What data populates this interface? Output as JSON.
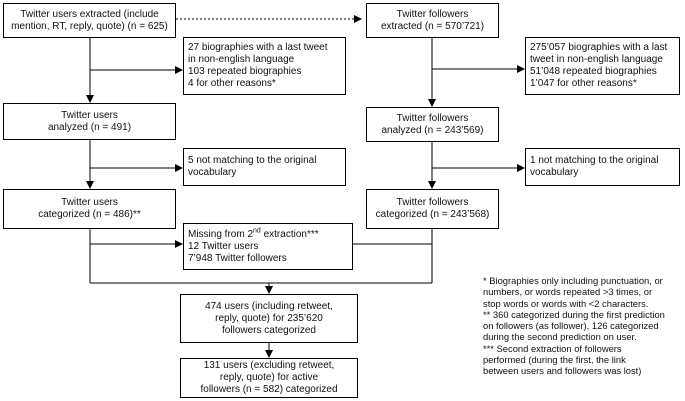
{
  "boxes": {
    "users_extracted": [
      "Twitter users extracted (include",
      "mention, RT, reply, quote) (n = 625)"
    ],
    "followers_extracted": [
      "Twitter followers",
      "extracted (n = 570’721)"
    ],
    "users_excluded": [
      "27 biographies with a last tweet",
      "in non-english language",
      "103 repeated biographies",
      "4 for other reasons*"
    ],
    "followers_excluded": [
      "275’057 biographies with a last",
      "tweet in non-english language",
      "51’048 repeated biographies",
      "1’047 for other reasons*"
    ],
    "users_analyzed": [
      "Twitter users",
      "analyzed (n = 491)"
    ],
    "followers_analyzed": [
      "Twitter followers",
      "analyzed (n = 243’569)"
    ],
    "users_not_matching": [
      "5 not matching to the original",
      "vocabulary"
    ],
    "followers_not_matching": [
      "1 not matching to the original",
      "vocabulary"
    ],
    "users_categorized": [
      "Twitter users",
      "categorized (n = 486)**"
    ],
    "followers_categorized": [
      "Twitter followers",
      "categorized (n = 243’568)"
    ],
    "missing": {
      "line1_pre": "Missing from 2",
      "line1_sup": "nd",
      "line1_post": " extraction***",
      "line2": "12 Twitter users",
      "line3": "7’948 Twitter followers"
    },
    "combined_all": [
      "474 users (including retweet,",
      "reply, quote) for 235’620",
      "followers categorized"
    ],
    "combined_active": [
      "131 users (excluding retweet,",
      "reply, quote) for active",
      "followers (n = 582) categorized"
    ]
  },
  "notes": [
    "* Biographies only including punctuation, or",
    "numbers, or words repeated >3 times, or",
    "stop words or words with <2 characters.",
    "** 360 categorized during the first prediction",
    "on followers (as follower), 126 categorized",
    "during the second prediction on user.",
    "*** Second extraction of followers",
    "performed (during the first, the link",
    "between users and followers was lost)"
  ]
}
